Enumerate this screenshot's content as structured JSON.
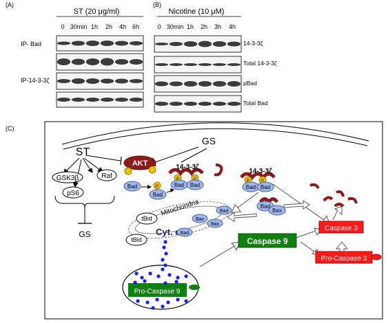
{
  "panel_a": {
    "label": "(A)",
    "treatment": "ST (20 μg/ml)",
    "timepoints": [
      "0",
      "30min",
      "1h",
      "2h",
      "4h",
      "6h"
    ],
    "row_labels": [
      "IP- Bad",
      "IP-14-3-3ζ"
    ]
  },
  "panel_b": {
    "label": "(B)",
    "treatment": "Nicotine (10 μM)",
    "timepoints": [
      "0",
      "30min",
      "1h",
      "2h",
      "3h",
      "4h"
    ],
    "blot_labels": [
      "14-3-3ζ",
      "Total 14-3-3ζ",
      "pBad",
      "Total Bad"
    ]
  },
  "panel_c": {
    "label": "(C)",
    "nodes": {
      "st": "ST",
      "gs_top": "GS",
      "gs_bottom": "GS",
      "gsk3b": "GSK3β",
      "raf": "Raf",
      "ps6": "pS6",
      "akt": "AKT",
      "p": "P",
      "bad": "Bad",
      "bax": "Bax",
      "tbid": "tBid",
      "mitochondria": "Mitochondria",
      "cyt_c": "Cyt. c",
      "fourteen33": "14-3-3ζ",
      "caspase9": "Caspase 9",
      "pro_caspase9": "Pro-Caspase 9",
      "caspase3": "Caspase 3",
      "pro_caspase3": "Pro-Caspase 3"
    }
  },
  "colors": {
    "akt": "#8b1a1a",
    "phospho": "#f0c000",
    "bad": "#9fb8f0",
    "caspase9": "#108010",
    "caspase3": "#ff1a1a",
    "cyt_c_dots": "#1a1aff"
  }
}
